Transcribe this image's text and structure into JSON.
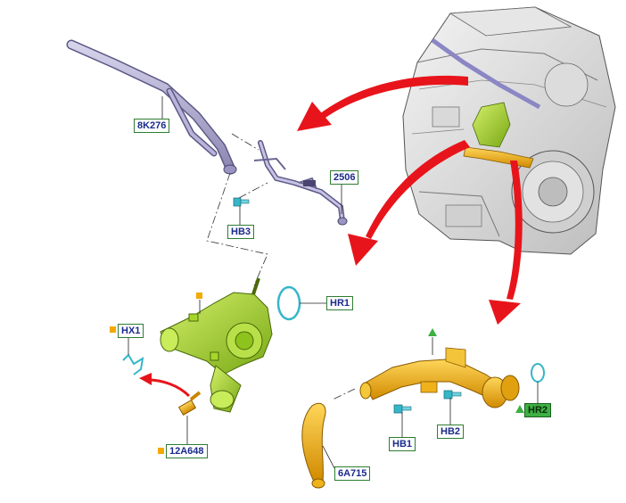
{
  "callouts": {
    "c8K276": "8K276",
    "c2506": "2506",
    "cHB3": "HB3",
    "cHR1": "HR1",
    "cHX1": "HX1",
    "c12A648": "12A648",
    "cHB1": "HB1",
    "cHB2": "HB2",
    "cHR2": "HR2",
    "c6A715": "6A715"
  },
  "colors": {
    "arrow": "#e8141b",
    "thermostat_housing": "#a6d62a",
    "coolant_hose": "#f0b21a",
    "vent_tube": "#a9a4c8",
    "seal": "#35b6c9",
    "callout_border": "#2e7d32",
    "callout_text": "#1a2a8c",
    "callout_green_fill": "#3cb043",
    "bullet": "#f2a900"
  }
}
